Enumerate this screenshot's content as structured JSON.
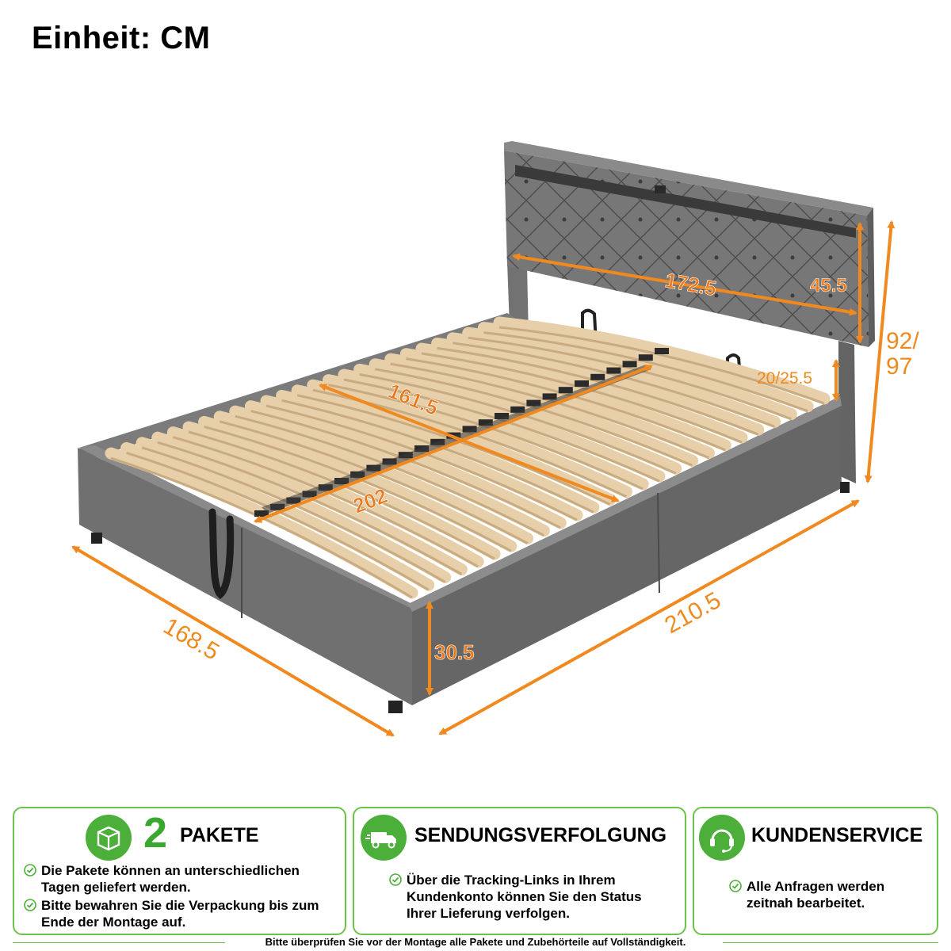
{
  "unit_title": "Einheit: CM",
  "dimensions": {
    "headboard_width": "172.5",
    "headboard_height": "45.5",
    "total_height": "92/\n97",
    "total_height_line1": "92/",
    "total_height_line2": "97",
    "leg_clearance": "20/25.5",
    "inner_width": "161.5",
    "inner_length": "202",
    "outer_width": "168.5",
    "outer_length": "210.5",
    "side_height": "30.5"
  },
  "colors": {
    "dimension_orange": "#f0891f",
    "fabric_gray": "#6b6b6b",
    "slat_wood": "#ead3b0",
    "accent_green": "#4caf3a"
  },
  "cards": {
    "packages": {
      "icon": "package-box-icon",
      "number": "2",
      "title": "PAKETE",
      "bullets": [
        "Die Pakete können an unterschiedlichen Tagen geliefert werden.",
        "Bitte bewahren Sie die Verpackung bis zum Ende der Montage auf."
      ]
    },
    "tracking": {
      "icon": "delivery-truck-icon",
      "title": "SENDUNGSVERFOLGUNG",
      "bullets": [
        "Über die Tracking-Links in Ihrem Kundenkonto können Sie den Status Ihrer Lieferung verfolgen."
      ]
    },
    "service": {
      "icon": "headset-icon",
      "title": "KUNDENSERVICE",
      "bullets": [
        "Alle Anfragen werden zeitnah bearbeitet."
      ]
    }
  },
  "footer_note": "Bitte überprüfen Sie vor der Montage alle Pakete und Zubehörteile auf Vollständigkeit."
}
